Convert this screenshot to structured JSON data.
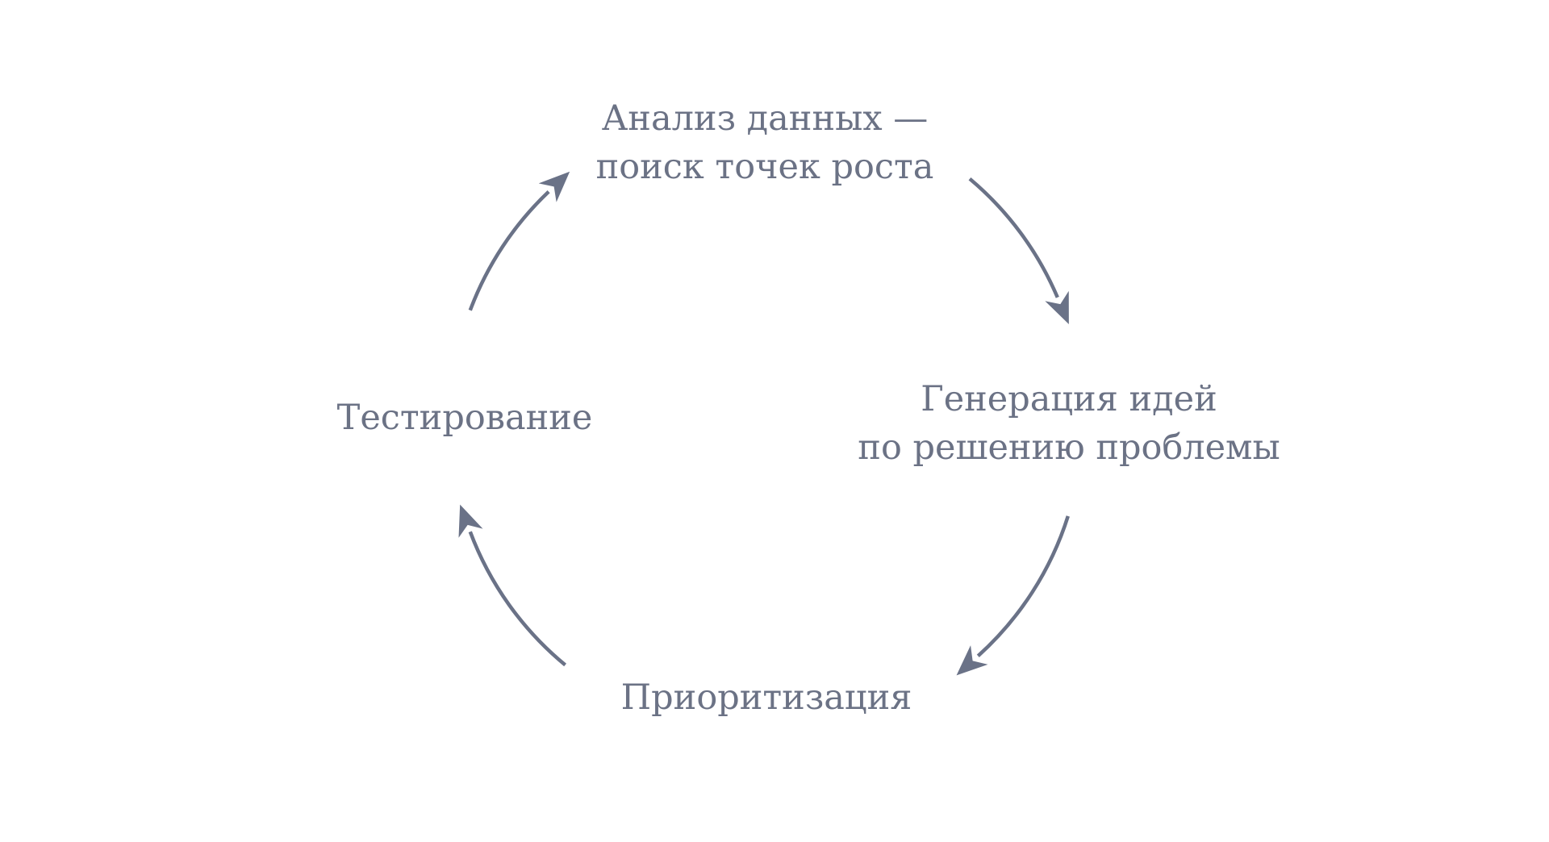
{
  "diagram": {
    "type": "cycle",
    "direction": "clockwise",
    "nodes": {
      "analysis": {
        "line1": "Анализ данных —",
        "line2": "поиск точек роста"
      },
      "ideas": {
        "line1": "Генерация идей",
        "line2": "по решению проблемы"
      },
      "prioritization": {
        "label": "Приоритизация"
      },
      "testing": {
        "label": "Тестирование"
      }
    },
    "flow": [
      {
        "from": "analysis",
        "to": "ideas"
      },
      {
        "from": "ideas",
        "to": "prioritization"
      },
      {
        "from": "prioritization",
        "to": "testing"
      },
      {
        "from": "testing",
        "to": "analysis"
      }
    ]
  },
  "colors": {
    "background": "#ffffff",
    "text": "#6b7285",
    "arrow": "#6a7287"
  }
}
